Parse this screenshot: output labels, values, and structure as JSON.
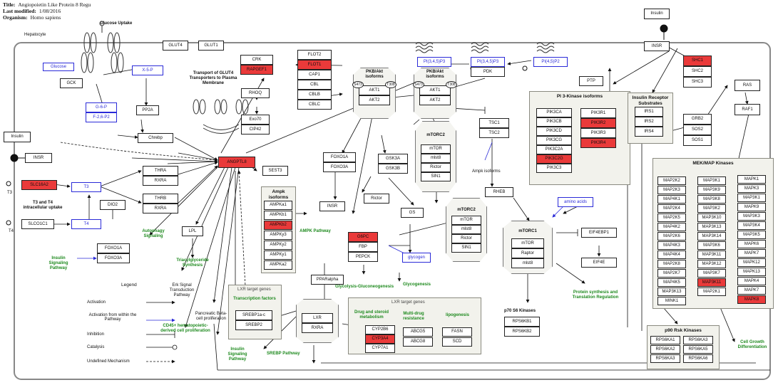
{
  "header": {
    "title_label": "Title:",
    "title_value": "Angiopoietin Like Protein 8 Regu",
    "modified_label": "Last modified:",
    "modified_value": "1/08/2016",
    "organism_label": "Organism:",
    "organism_value": "Homo sapiens"
  },
  "compartment": "Hepatocyte",
  "colors": {
    "highlight": "#ea3a3a",
    "link_blue": "#2a2ad8",
    "process_green": "#1f8a1f",
    "panel_bg": "#f2f2ec"
  },
  "nodes": {
    "insulin_top": "Insulin",
    "insr_top": "INSR",
    "shc1": "SHC1",
    "shc2": "SHC2",
    "shc3": "SHC3",
    "ptp": "PTP",
    "ras": "RAS",
    "raf1": "RAF1",
    "grb2": "GRB2",
    "sos2": "SOS2",
    "sos1": "SOS1",
    "irs1": "IRS1",
    "irs2": "IRS2",
    "irs4": "IRS4",
    "glut4": "GLUT4",
    "glut1": "GLUT1",
    "glucose": "Glucose",
    "x5p": "X-5-P",
    "gck": "GCK",
    "pp2a": "PP2A",
    "g6p": "G-6-P",
    "f26p2": "F-2,6-P2",
    "chrebp": "Chrebp",
    "crk": "CRK",
    "rapgef1": "RAPGEF1",
    "rhoq": "RHOQ",
    "exo70": "Exo70",
    "cip42": "CIP42",
    "flot2": "FLOT2",
    "flot1": "FLOT1",
    "cap1": "CAP1",
    "cbl": "CBL",
    "cblb": "CBLB",
    "cblc": "CBLC",
    "akt1": "AKT1",
    "akt2": "AKT2",
    "akt1b": "AKT1",
    "akt2b": "AKT2",
    "pip3a": "PI(3,4,5)P3",
    "pip3b": "PI(3,4,5)P3",
    "pip2": "PI(4,5)P2",
    "pdk": "PDK",
    "pik3ca": "PIK3CA",
    "pik3cb": "PIK3CB",
    "pik3cd": "PIK3CD",
    "pik3cg": "PIK3CG",
    "pik3c2a": "PIK3C2A",
    "pik3c2g": "PIK3C2G",
    "pik3c3": "PIK3C3",
    "pik3r1": "PIK3R1",
    "pik3r2": "PIK3R2",
    "pik3r3": "PIK3R3",
    "pik3r4": "PIK3R4",
    "insulin_left": "Insulin",
    "insr_left": "INSR",
    "slc16a2": "SLC16A2",
    "t3": "T3",
    "slco1c1": "SLCO1C1",
    "t4": "T4",
    "dio2": "DIO2",
    "thra": "THRA",
    "rxra1": "RXRA",
    "thrb": "THRB",
    "rxra2": "RXRA",
    "angptl8": "ANGPTL8",
    "lpl": "LPL",
    "foxo1a_l": "FOXO1A",
    "foxo3a_l": "FOXO3A",
    "sest3": "SEST3",
    "foxo1a": "FOXO1A",
    "foxo3a": "FOXO3A",
    "gsk3a": "GSK3A",
    "gsk3b": "GSK3B",
    "insr_mid": "INSR",
    "rictor_free": "Rictor",
    "gs": "GS",
    "glycogen": "glycogen",
    "g6pc": "G6PC",
    "fbp": "FBP",
    "pepck": "PEPCK",
    "pparalpha": "PPARalpha",
    "tsc1": "TSC1",
    "tsc2": "TSC2",
    "rheb": "RHEB",
    "amino_acids": "amino acids",
    "eif4ebp1": "EIF4EBP1",
    "eif4e": "EIF4E",
    "rps6kb1": "RPS6KB1",
    "rps6kb2": "RPS6KB2",
    "lxr": "LXR",
    "rxra3": "RXRA",
    "srebp1": "SREBP1a-c",
    "srebp2": "SREBP2",
    "cyp2b6": "CYP2B6",
    "cyp3a4": "CYP3A4",
    "cyp7a1": "CYP7A1",
    "abcg5": "ABCG5",
    "abcg8": "ABCG8",
    "fasn": "FASN",
    "scd": "SCD"
  },
  "ampk": {
    "title": "Ampk isoforms",
    "items": [
      "AMPKa1",
      "AMPKb1",
      "AMPKb2",
      "AMPKy3",
      "AMPKy2",
      "AMPKy1",
      "AMPKa2"
    ]
  },
  "mtorc2_top": {
    "title": "mTORC2",
    "items": [
      "mTOR",
      "mlst8",
      "Rictor",
      "SIN1"
    ]
  },
  "mtorc2_mid": {
    "title": "mTORC2",
    "items": [
      "mTOR",
      "mlst8",
      "Rictor",
      "SIN1"
    ]
  },
  "mtorc1": {
    "title": "mTORC1",
    "items": [
      "mTOR",
      "Raptor",
      "mlst8"
    ]
  },
  "mapk": {
    "title": "MEK/MAP Kinases",
    "col1": [
      "MAP2K2",
      "MAP2K3",
      "MAP4K1",
      "MAP2K4",
      "MAP2K5",
      "MAP4K2",
      "MAP2K6",
      "MAP4K3",
      "MAP4K4",
      "MAP2K8",
      "MAP2K7",
      "MAP4K5",
      "MAP3K13",
      "MINK1"
    ],
    "col2": [
      "MAP3K1",
      "MAP3K9",
      "MAP3K8",
      "MAP3K2",
      "MAP3K10",
      "MAP3K13",
      "MAP3K14",
      "MAP3K6",
      "MAP3K11",
      "MAP3K12",
      "MAP3K7",
      "MAP3K11",
      "MAP2K1"
    ],
    "col3": [
      "MAPK1",
      "MAPK3",
      "MAP3K1",
      "MAPK9",
      "MAP3K3",
      "MAP3K4",
      "MAP3K5",
      "MAPK6",
      "MAPK7",
      "MAPK12",
      "MAPK13",
      "MAPK4",
      "MAPK7",
      "MAPK8"
    ]
  },
  "rsk": {
    "title": "p90 Rsk Kinases",
    "items": [
      "RPS6KA1",
      "RPS6KA3",
      "RPS6KA2",
      "RPS6KA5",
      "RPS6KA3",
      "RPS6KA6"
    ]
  },
  "labels": {
    "glucose_uptake": "Glucose Uptake",
    "glut4_transport": "Transport of GLUT4 Transporters to Plasma Membrane",
    "pkb_akt_1": "PKB/Akt isoforms",
    "pkb_akt_2": "PKB/Akt isoforms",
    "pi3k": "PI 3-Kinase isoforms",
    "irs_title": "Insulin Receptor Substrates",
    "t3_t4_uptake": "T3 and T4 intracellular uptake",
    "insulin_sig1": "Insulin Signaling Pathway",
    "autophagy": "Autophagy Signaling",
    "triacyl": "Triacylglyceride Synthesis",
    "erk": "Erk Signal Transduction Pathway",
    "pancreatic": "Pancreatic Beta-cell proliferation",
    "cd45": "CD45+ hematopoietic-derived cell proliferation",
    "insulin_sig2": "Insulin Signaling Pathway",
    "srebp_path": "SREBP Pathway",
    "ampk_path": "AMPK Pathway",
    "glycolysis": "Glycolysis-Gluconeogenesis",
    "glycogenesis": "Glycogenesis",
    "ampk_iso": "Ampk isoforms",
    "protein_synth": "Protein synthesis and Translation Regulation",
    "p70": "p70 S6 Kinases",
    "cell_growth": "Cell Growth Differentiation",
    "lxr_targets_1": "LXR target genes",
    "transcription_factors": "Transcription factors",
    "lxr_targets_2": "LXR target genes",
    "drug_steroid": "Drug and steroid metabolism",
    "multidrug": "Multi-drug resistance",
    "lipogenesis": "lipogenesis",
    "s473a": "S473",
    "t308a": "T308",
    "s473b": "S473",
    "t308b": "T308"
  },
  "legend": {
    "title": "Legend",
    "items": [
      "Activation",
      "Activation from within the Pathway",
      "Inhibition",
      "Catalysis",
      "Undefined Mechanism"
    ]
  }
}
